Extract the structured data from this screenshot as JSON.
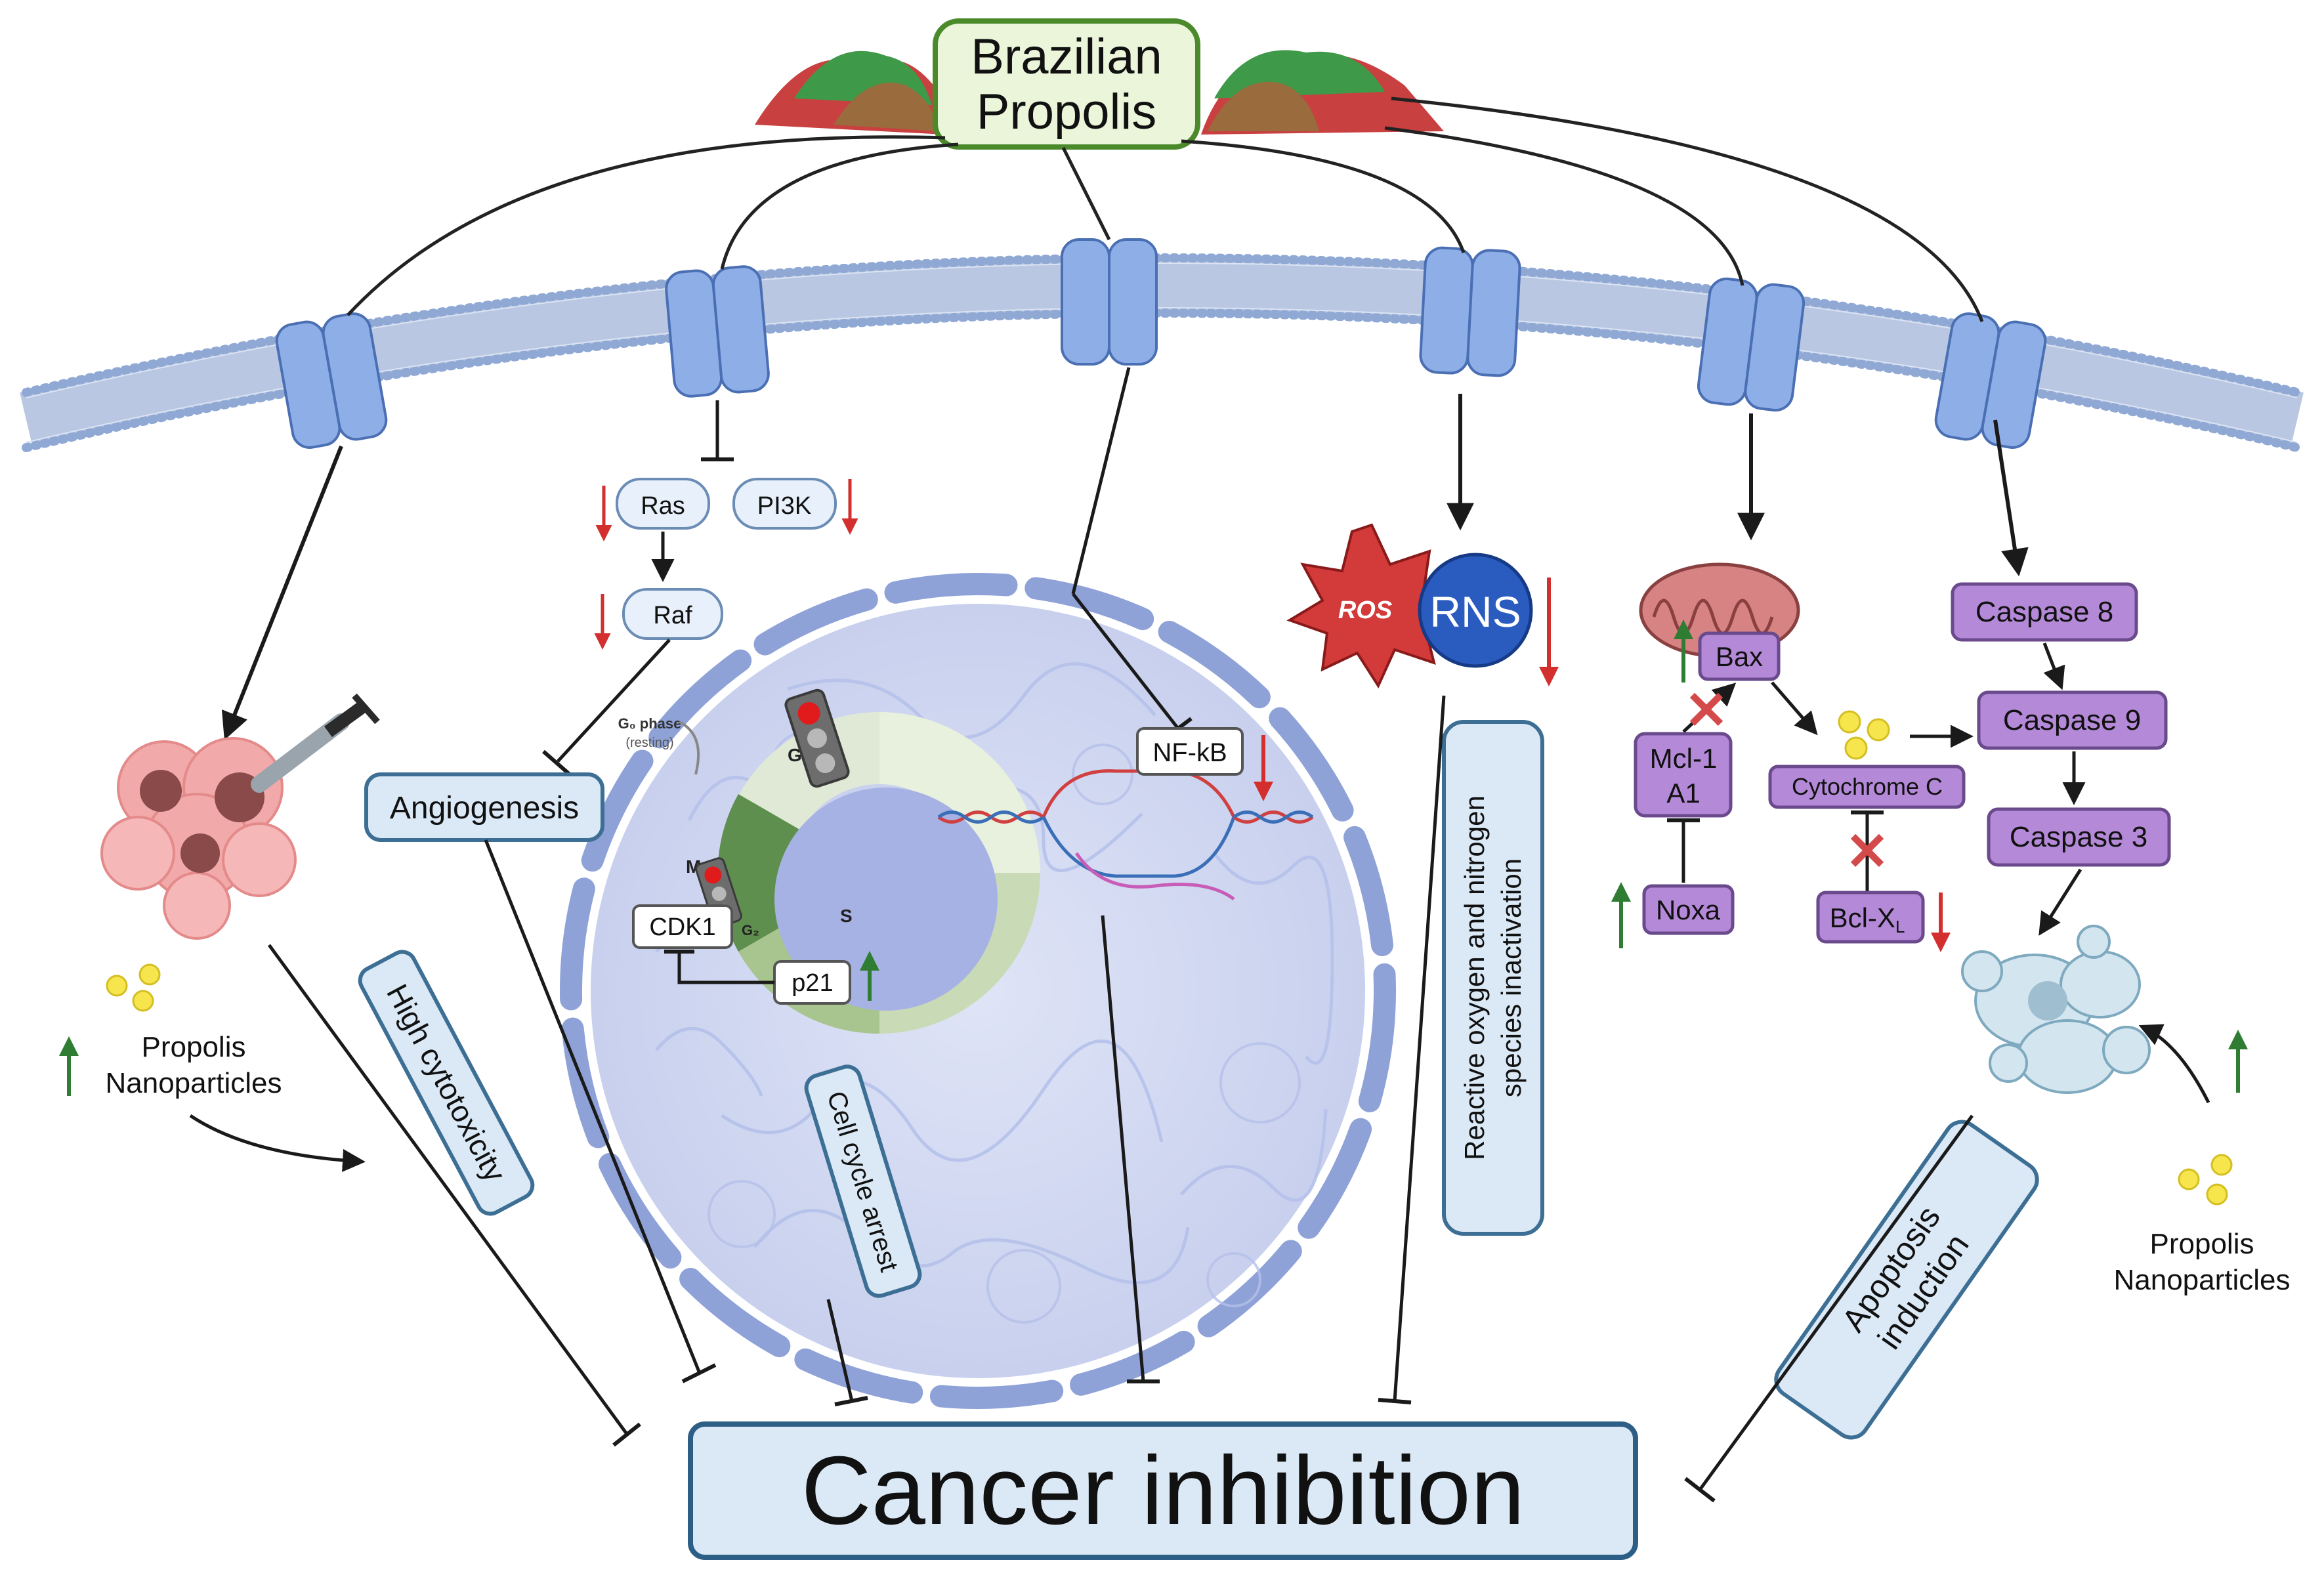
{
  "source": {
    "line1": "Brazilian",
    "line2": "Propolis"
  },
  "pathway": {
    "ras": "Ras",
    "pi3k": "PI3K",
    "raf": "Raf",
    "angiogenesis": "Angiogenesis"
  },
  "cell_cycle": {
    "g0_phase": "G₀ phase",
    "resting": "(resting)",
    "g1": "G₁",
    "s": "S",
    "g2": "G₂",
    "m": "M",
    "cdk1": "CDK1",
    "p21": "p21"
  },
  "nfkb": "NF-kB",
  "ros": "ROS",
  "rns": "RNS",
  "apoptosis": {
    "bax": "Bax",
    "mcl1_line1": "Mcl-1",
    "mcl1_line2": "A1",
    "noxa": "Noxa",
    "cytochrome_c": "Cytochrome C",
    "bclxl": "Bcl-X",
    "bclxl_sub": "L",
    "caspase8": "Caspase 8",
    "caspase9": "Caspase 9",
    "caspase3": "Caspase 3"
  },
  "nanoparticles_left": {
    "line1": "Propolis",
    "line2": "Nanoparticles"
  },
  "nanoparticles_right": {
    "line1": "Propolis",
    "line2": "Nanoparticles"
  },
  "effects": {
    "high_cytotoxicity": "High cytotoxicity",
    "cell_cycle_arrest": "Cell cycle arrest",
    "ros_line1": "Reactive oxygen and nitrogen",
    "ros_line2": "species inactivation",
    "apoptosis_line1": "Apoptosis",
    "apoptosis_line2": "induction"
  },
  "outcome": "Cancer inhibition",
  "colors": {
    "membrane": "#8fa8d4",
    "channel": "#8eaee8",
    "nucleus": "#c9d1ef",
    "box_fill": "#dbe9f6",
    "box_stroke": "#3d6f95",
    "purple": "#b489d8",
    "purple_stroke": "#6a4a8c",
    "up_arrow": "#2e7d32",
    "down_arrow": "#d32f2f",
    "ros_red": "#d33a3a",
    "rns_blue": "#2a5bbf"
  }
}
